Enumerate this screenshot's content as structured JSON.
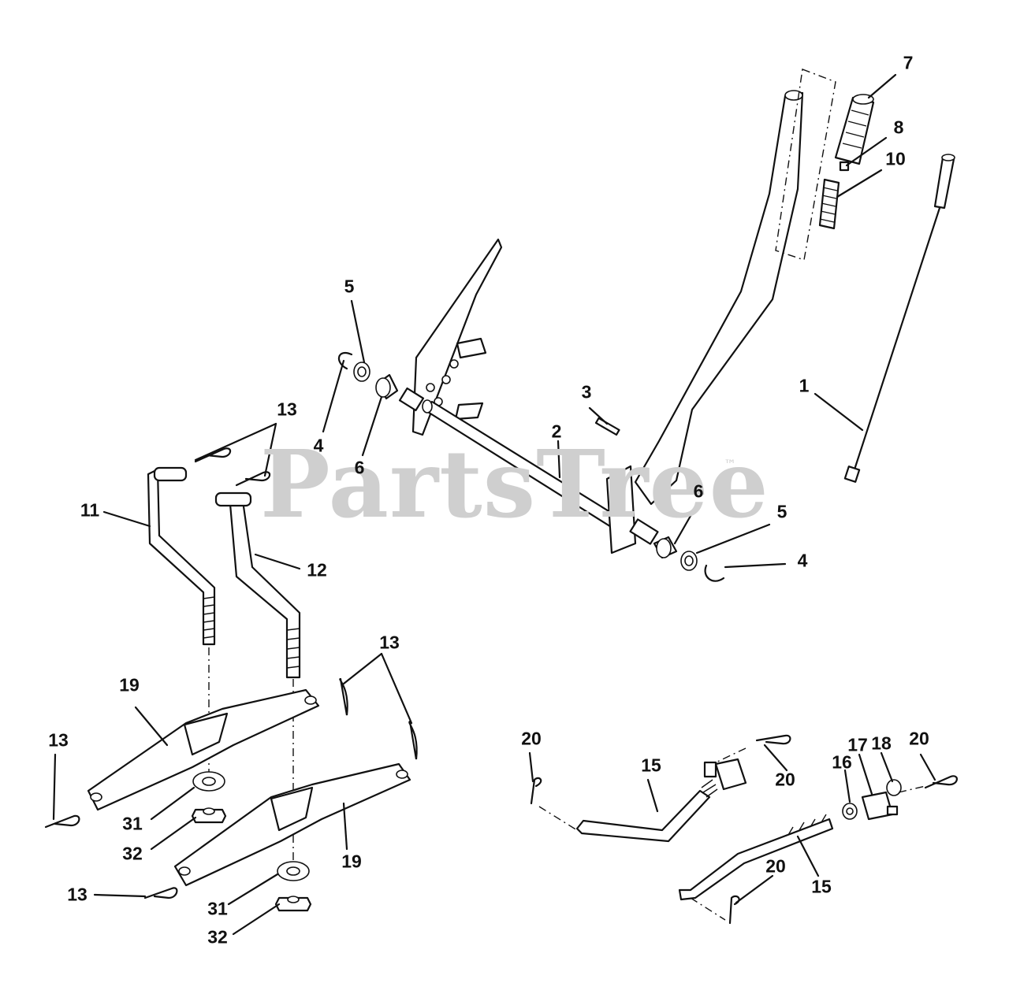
{
  "watermark": {
    "text": "PartsTree",
    "trademark": "™"
  },
  "callouts": [
    {
      "id": "c7",
      "text": "7"
    },
    {
      "id": "c8",
      "text": "8"
    },
    {
      "id": "c10",
      "text": "10"
    },
    {
      "id": "c1",
      "text": "1"
    },
    {
      "id": "c5a",
      "text": "5"
    },
    {
      "id": "c4a",
      "text": "4"
    },
    {
      "id": "c6a",
      "text": "6"
    },
    {
      "id": "c3",
      "text": "3"
    },
    {
      "id": "c2",
      "text": "2"
    },
    {
      "id": "c13a",
      "text": "13"
    },
    {
      "id": "c11",
      "text": "11"
    },
    {
      "id": "c12",
      "text": "12"
    },
    {
      "id": "c6b",
      "text": "6"
    },
    {
      "id": "c5b",
      "text": "5"
    },
    {
      "id": "c4b",
      "text": "4"
    },
    {
      "id": "c13b",
      "text": "13"
    },
    {
      "id": "c19a",
      "text": "19"
    },
    {
      "id": "c13c",
      "text": "13"
    },
    {
      "id": "c31a",
      "text": "31"
    },
    {
      "id": "c32a",
      "text": "32"
    },
    {
      "id": "c19b",
      "text": "19"
    },
    {
      "id": "c13d",
      "text": "13"
    },
    {
      "id": "c31b",
      "text": "31"
    },
    {
      "id": "c32b",
      "text": "32"
    },
    {
      "id": "c20a",
      "text": "20"
    },
    {
      "id": "c15a",
      "text": "15"
    },
    {
      "id": "c20b",
      "text": "20"
    },
    {
      "id": "c16",
      "text": "16"
    },
    {
      "id": "c17",
      "text": "17"
    },
    {
      "id": "c18",
      "text": "18"
    },
    {
      "id": "c20c",
      "text": "20"
    },
    {
      "id": "c20d",
      "text": "20"
    },
    {
      "id": "c15b",
      "text": "15"
    }
  ]
}
